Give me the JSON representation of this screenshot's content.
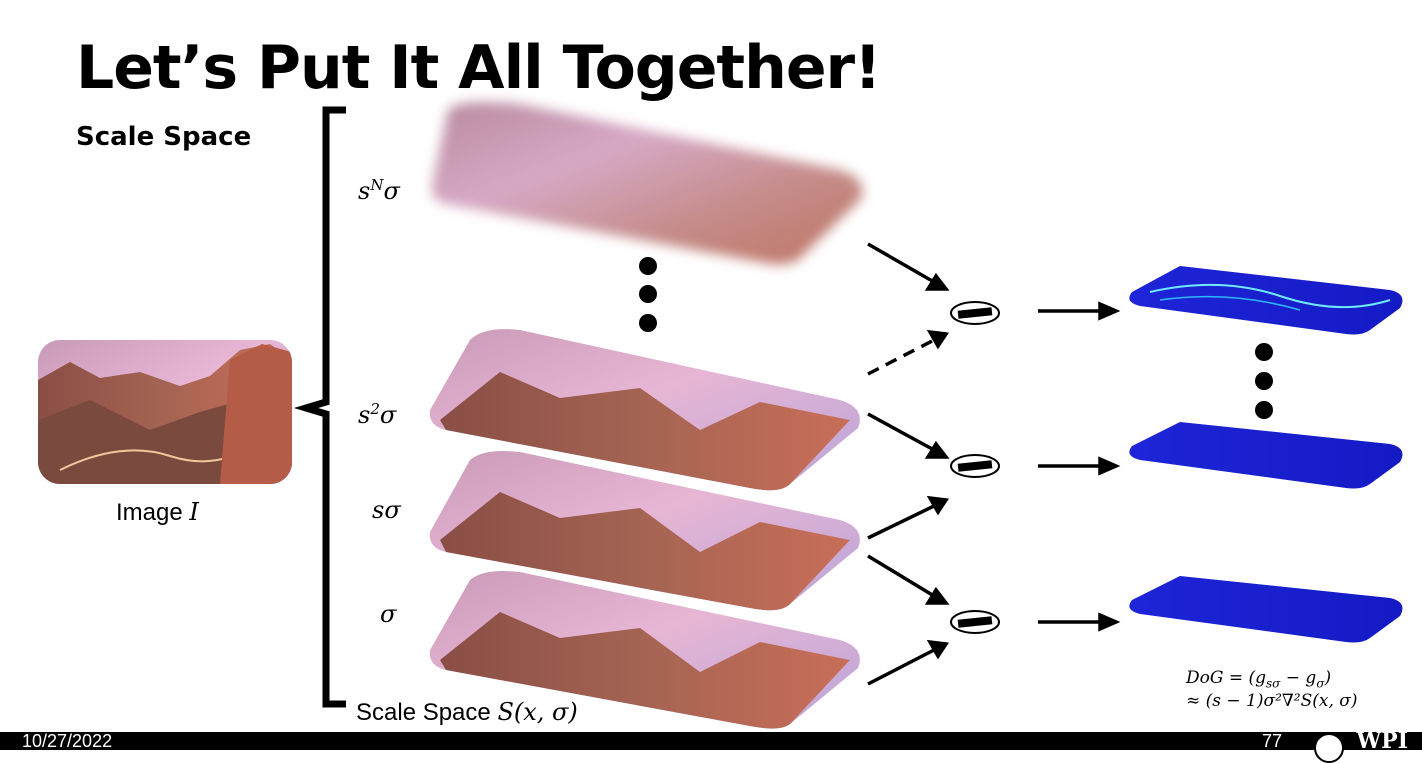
{
  "slide": {
    "title": "Let’s Put It All Together!",
    "subtitle": "Scale Space"
  },
  "diagram": {
    "image_label": "Image",
    "image_symbol": "I",
    "scale_labels": {
      "top": "s",
      "top_sup": "N",
      "top_sigma": "σ",
      "third": "s",
      "third_sup": "2",
      "third_sigma": "σ",
      "second": "sσ",
      "first": "σ"
    },
    "scale_space_caption": "Scale Space",
    "scale_space_symbol": "S(x, σ)",
    "formula_line1": "DoG = (g",
    "formula_line1_sub1": "sσ",
    "formula_line1_mid": " − g",
    "formula_line1_sub2": "σ",
    "formula_line1_end": ")",
    "formula_line2": "≈ (s − 1)σ²∇²S(x, σ)"
  },
  "footer": {
    "date": "10/27/2022",
    "page": "77",
    "logo_text": "WPI"
  },
  "colors": {
    "background": "#ffffff",
    "text": "#000000",
    "dog_blue": "#1a1fd4",
    "sky_pink": "#e9a7c8",
    "rock_red": "#b5574a"
  }
}
